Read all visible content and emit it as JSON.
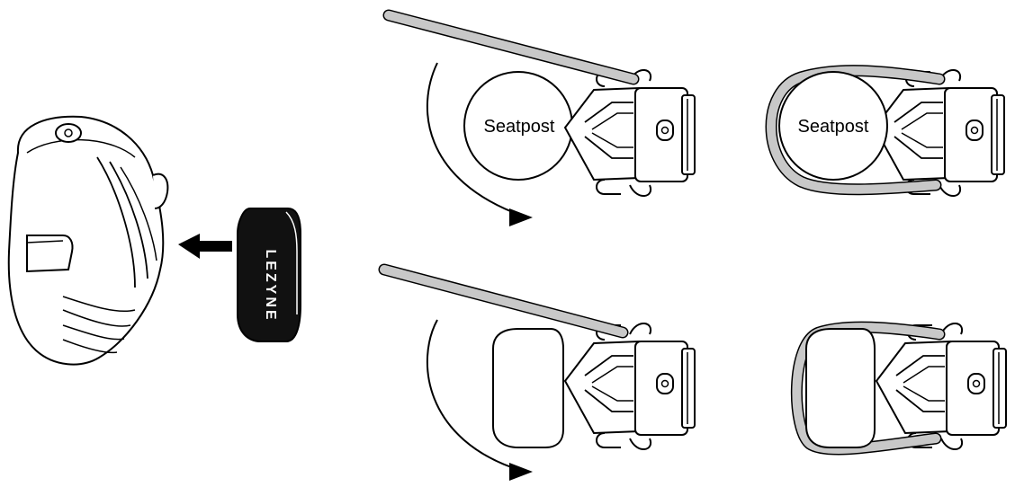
{
  "figure": {
    "labels": {
      "seatpost_top_left": "Seatpost",
      "seatpost_top_right": "Seatpost"
    },
    "logo_text": "LEZYNE",
    "colors": {
      "background": "#ffffff",
      "line": "#000000",
      "strap": "#c8c8c8",
      "pad": "#111111"
    }
  }
}
